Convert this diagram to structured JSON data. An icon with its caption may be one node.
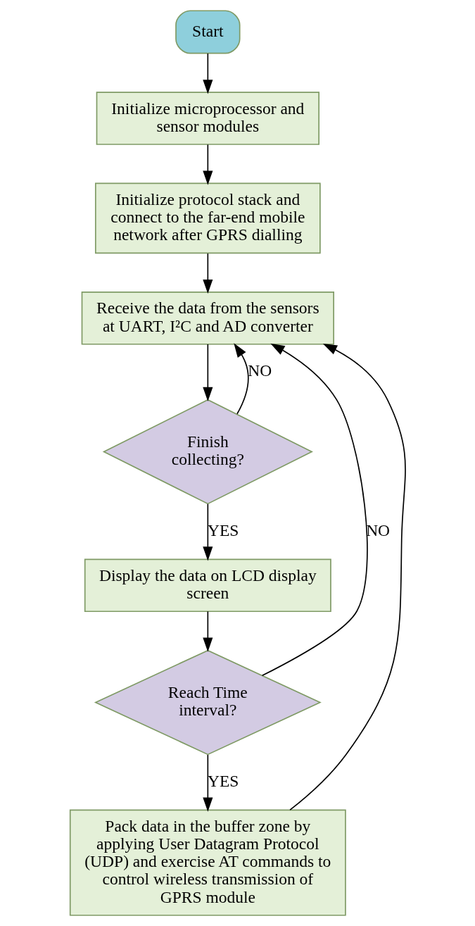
{
  "diagram": {
    "nodes": [
      {
        "text": [
          "Start"
        ]
      },
      {
        "text": [
          "Initialize microprocessor and sensor modules"
        ]
      },
      {
        "text": [
          "Initialize protocol stack and connect to the far-end mobile network after GPRS dialling"
        ]
      },
      {
        "text": [
          "Receive the data from the sensors at UART, I²C and AD converter"
        ]
      },
      {
        "text": [
          "Finish collecting?"
        ]
      },
      {
        "text": [
          "Display the data on LCD display screen"
        ]
      },
      {
        "text": [
          "Reach Time interval?"
        ]
      },
      {
        "text": [
          "Pack data in the buffer zone by applying User Datagram Protocol (UDP) and exercise AT commands to control wireless transmission of GPRS module"
        ]
      }
    ],
    "edges": [
      {
        "from": 0,
        "to": 1,
        "arrow": "to"
      },
      {
        "from": 1,
        "to": 2,
        "arrow": "to"
      },
      {
        "from": 2,
        "to": 3,
        "arrow": "to"
      },
      {
        "from": 3,
        "to": 4,
        "arrow": "to"
      },
      {
        "from": 4,
        "to": 3,
        "arrow": "to",
        "label": "NO"
      },
      {
        "from": 4,
        "to": 5,
        "arrow": "to",
        "label": "YES"
      },
      {
        "from": 5,
        "to": 6,
        "arrow": "to"
      },
      {
        "from": 6,
        "to": 3,
        "arrow": "to",
        "label": "NO"
      },
      {
        "from": 6,
        "to": 7,
        "arrow": "to",
        "label": "YES"
      },
      {
        "from": 7,
        "to": 3,
        "arrow": "to"
      }
    ]
  }
}
